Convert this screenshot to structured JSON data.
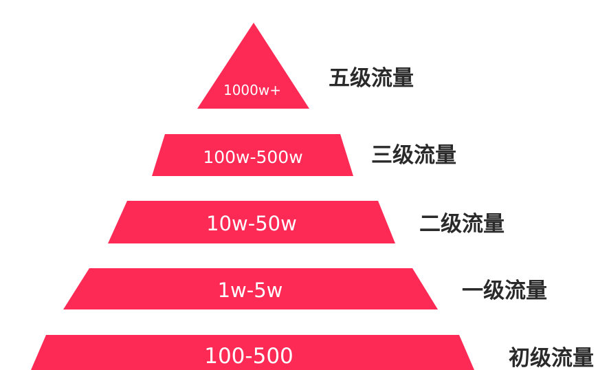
{
  "colors": {
    "tier_fill": "#fc2a55",
    "label_text": "#2a2a2a"
  },
  "tiers": [
    {
      "range": "1000w+",
      "level": "五级流量"
    },
    {
      "range": "100w-500w",
      "level": "三级流量"
    },
    {
      "range": "10w-50w",
      "level": "二级流量"
    },
    {
      "range": "1w-5w",
      "level": "一级流量"
    },
    {
      "range": "100-500",
      "level": "初级流量"
    }
  ]
}
